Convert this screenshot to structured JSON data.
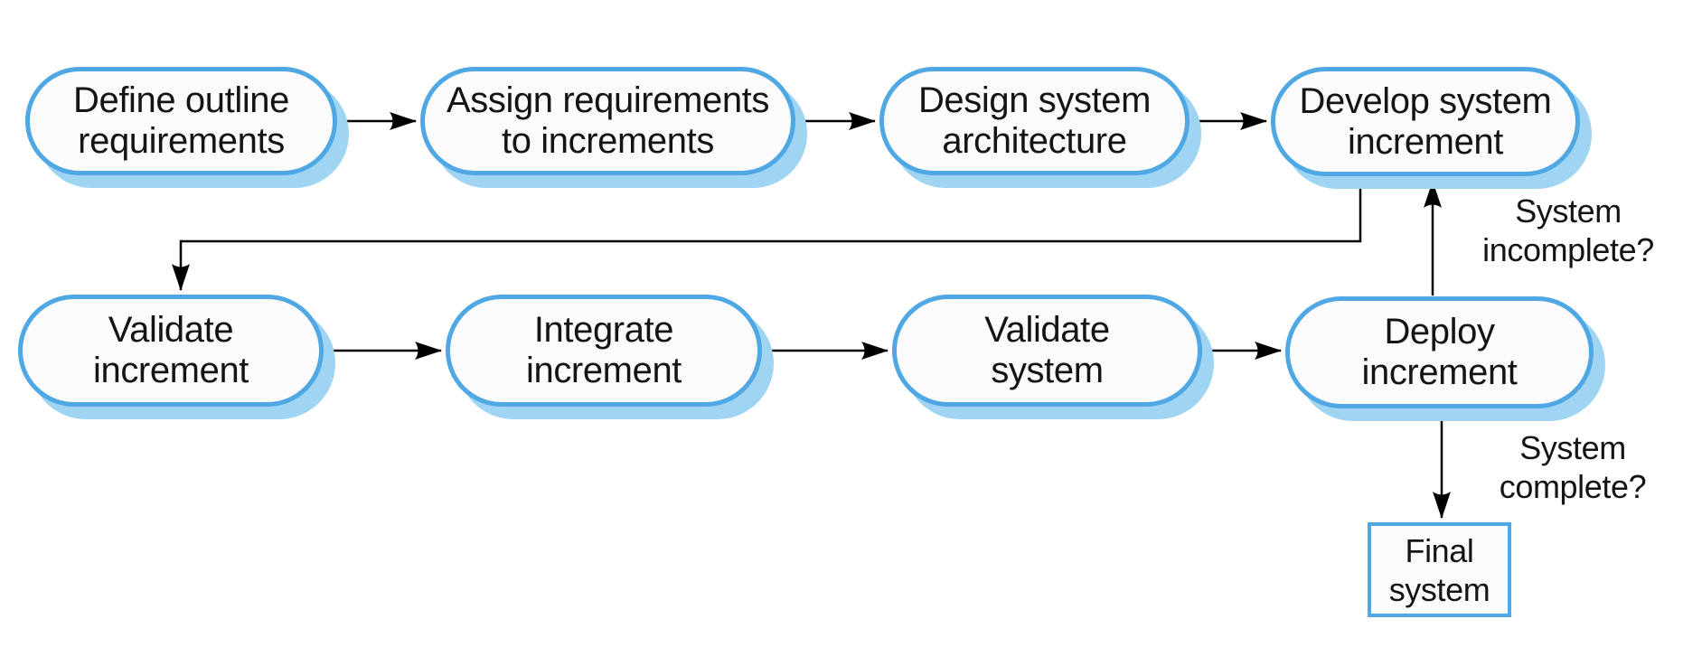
{
  "colors": {
    "node_border": "#4fa7e3",
    "node_shadow": "#9fd4f2",
    "node_fill": "#fbfbfc",
    "text": "#141414",
    "connector": "#000000"
  },
  "nodes": [
    {
      "id": "define-outline-requirements",
      "label": "Define outline\nrequirements"
    },
    {
      "id": "assign-requirements-to-increments",
      "label": "Assign requirements\nto increments"
    },
    {
      "id": "design-system-architecture",
      "label": "Design system\narchitecture"
    },
    {
      "id": "develop-system-increment",
      "label": "Develop system\nincrement"
    },
    {
      "id": "validate-increment",
      "label": "Validate\nincrement"
    },
    {
      "id": "integrate-increment",
      "label": "Integrate\nincrement"
    },
    {
      "id": "validate-system",
      "label": "Validate\nsystem"
    },
    {
      "id": "deploy-increment",
      "label": "Deploy\nincrement"
    }
  ],
  "final_node": {
    "id": "final-system",
    "label": "Final\nsystem"
  },
  "decision_labels": [
    {
      "id": "system-incomplete",
      "label": "System\nincomplete?"
    },
    {
      "id": "system-complete",
      "label": "System\ncomplete?"
    }
  ],
  "edges": [
    {
      "from": "define-outline-requirements",
      "to": "assign-requirements-to-increments"
    },
    {
      "from": "assign-requirements-to-increments",
      "to": "design-system-architecture"
    },
    {
      "from": "design-system-architecture",
      "to": "develop-system-increment"
    },
    {
      "from": "develop-system-increment",
      "to": "validate-increment"
    },
    {
      "from": "validate-increment",
      "to": "integrate-increment"
    },
    {
      "from": "integrate-increment",
      "to": "validate-system"
    },
    {
      "from": "validate-system",
      "to": "deploy-increment"
    },
    {
      "from": "deploy-increment",
      "to": "develop-system-increment",
      "label": "System incomplete?"
    },
    {
      "from": "deploy-increment",
      "to": "final-system",
      "label": "System complete?"
    }
  ]
}
